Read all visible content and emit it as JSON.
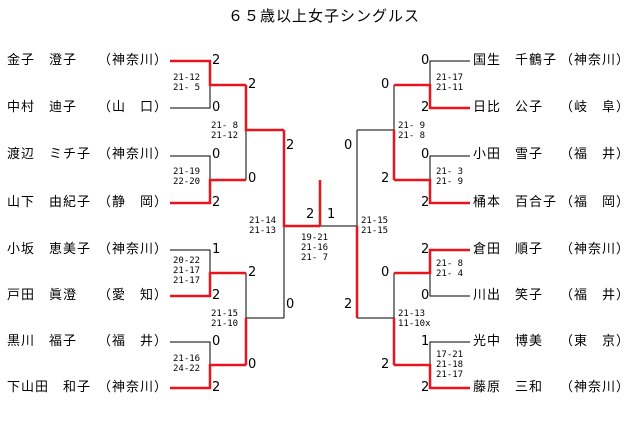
{
  "title": "６５歳以上女子シングルス",
  "colors": {
    "win_line": "#e8141e",
    "line": "#000000"
  },
  "left_players": [
    {
      "name": "金子　澄子",
      "pref": "（神奈川）"
    },
    {
      "name": "中村　迪子",
      "pref": "（山　口）"
    },
    {
      "name": "渡辺　ミチ子",
      "pref": "（神奈川）"
    },
    {
      "name": "山下　由紀子",
      "pref": "（静　岡）"
    },
    {
      "name": "小坂　恵美子",
      "pref": "（神奈川）"
    },
    {
      "name": "戸田　眞澄",
      "pref": "（愛　知）"
    },
    {
      "name": "黒川　福子",
      "pref": "（福　井）"
    },
    {
      "name": "下山田　和子",
      "pref": "（神奈川）"
    }
  ],
  "right_players": [
    {
      "name": "国生　千鶴子",
      "pref": "（神奈川）"
    },
    {
      "name": "日比　公子",
      "pref": "（岐　阜）"
    },
    {
      "name": "小田　雪子",
      "pref": "（福　井）"
    },
    {
      "name": "桶本　百合子",
      "pref": "（福　岡）"
    },
    {
      "name": "倉田　順子",
      "pref": "（神奈川）"
    },
    {
      "name": "川出　笑子",
      "pref": "（福　井）"
    },
    {
      "name": "光中　博美",
      "pref": "（東　京）"
    },
    {
      "name": "藤原　三和",
      "pref": "（神奈川）"
    }
  ],
  "results": {
    "left_r1": [
      "2",
      "0",
      "0",
      "2",
      "1",
      "2",
      "0",
      "2"
    ],
    "left_r2": [
      "2",
      "0",
      "2",
      "0"
    ],
    "left_sf": [
      "2",
      "0"
    ],
    "right_r1": [
      "0",
      "2",
      "0",
      "2",
      "2",
      "0",
      "1",
      "2"
    ],
    "right_r2": [
      "0",
      "2",
      "0",
      "2"
    ],
    "right_sf": [
      "0",
      "2"
    ],
    "final": [
      "2",
      "1"
    ]
  },
  "scores": {
    "left_r1": [
      [
        "21-12",
        "21- 5"
      ],
      [
        "21-19",
        "22-20"
      ],
      [
        "20-22",
        "21-17",
        "21-17"
      ],
      [
        "21-16",
        "24-22"
      ]
    ],
    "left_r2": [
      [
        "21- 8",
        "21-12"
      ],
      [
        "21-15",
        "21-10"
      ]
    ],
    "left_sf": [
      "21-14",
      "21-13"
    ],
    "final": [
      "19-21",
      "21-16",
      "21- 7"
    ],
    "right_sf": [
      "21-15",
      "21-15"
    ],
    "right_r2": [
      [
        "21- 9",
        "21- 8"
      ],
      [
        "21-13",
        "11-10x"
      ]
    ],
    "right_r1": [
      [
        "21-17",
        "21-11"
      ],
      [
        "21- 3",
        "21- 9"
      ],
      [
        "21- 8",
        "21- 4"
      ],
      [
        "17-21",
        "21-18",
        "21-17"
      ]
    ]
  }
}
